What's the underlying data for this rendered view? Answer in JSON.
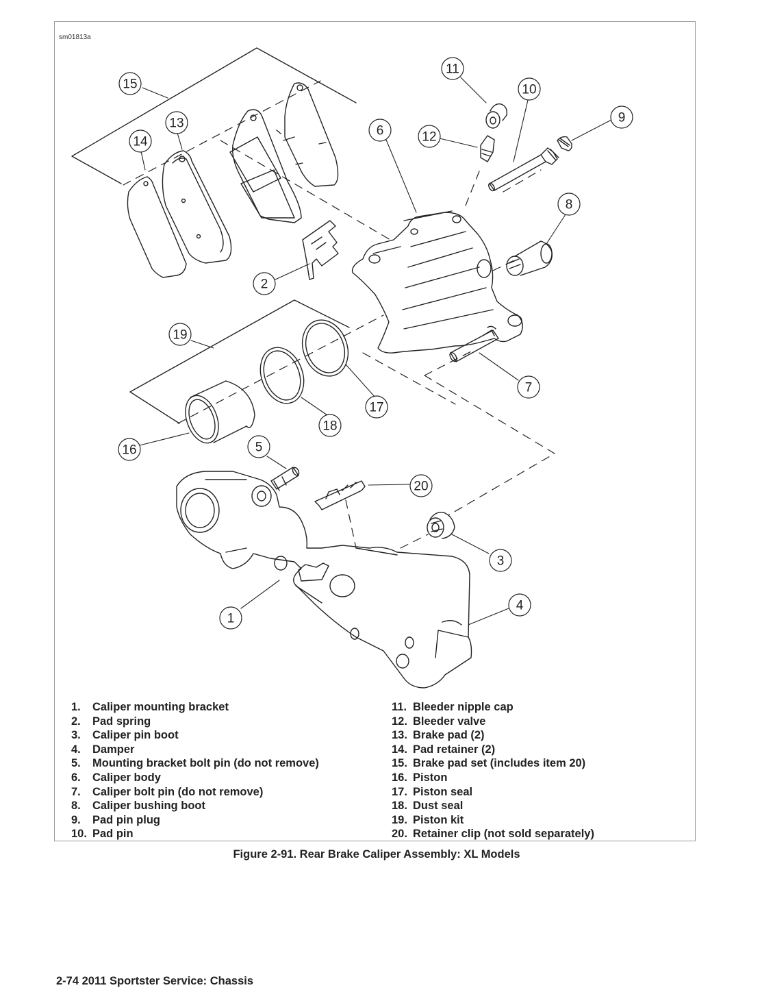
{
  "figure": {
    "id": "sm01813a",
    "caption": "Figure 2-91. Rear Brake Caliper Assembly: XL Models"
  },
  "callouts": [
    "1",
    "2",
    "3",
    "4",
    "5",
    "6",
    "7",
    "8",
    "9",
    "10",
    "11",
    "12",
    "13",
    "14",
    "15",
    "16",
    "17",
    "18",
    "19",
    "20"
  ],
  "legend": {
    "left": [
      {
        "num": "1.",
        "label": "Caliper mounting bracket"
      },
      {
        "num": "2.",
        "label": "Pad spring"
      },
      {
        "num": "3.",
        "label": "Caliper pin boot"
      },
      {
        "num": "4.",
        "label": "Damper"
      },
      {
        "num": "5.",
        "label": "Mounting bracket bolt pin (do not remove)"
      },
      {
        "num": "6.",
        "label": "Caliper body"
      },
      {
        "num": "7.",
        "label": "Caliper bolt pin (do not remove)"
      },
      {
        "num": "8.",
        "label": "Caliper bushing boot"
      },
      {
        "num": "9.",
        "label": "Pad pin plug"
      },
      {
        "num": "10.",
        "label": "Pad pin"
      }
    ],
    "right": [
      {
        "num": "11.",
        "label": "Bleeder nipple cap"
      },
      {
        "num": "12.",
        "label": "Bleeder valve"
      },
      {
        "num": "13.",
        "label": "Brake pad (2)"
      },
      {
        "num": "14.",
        "label": "Pad retainer (2)"
      },
      {
        "num": "15.",
        "label": "Brake pad set (includes item 20)"
      },
      {
        "num": "16.",
        "label": "Piston"
      },
      {
        "num": "17.",
        "label": "Piston seal"
      },
      {
        "num": "18.",
        "label": "Dust seal"
      },
      {
        "num": "19.",
        "label": "Piston kit"
      },
      {
        "num": "20.",
        "label": "Retainer clip (not sold separately)"
      }
    ]
  },
  "footer": "2-74  2011 Sportster Service:  Chassis"
}
